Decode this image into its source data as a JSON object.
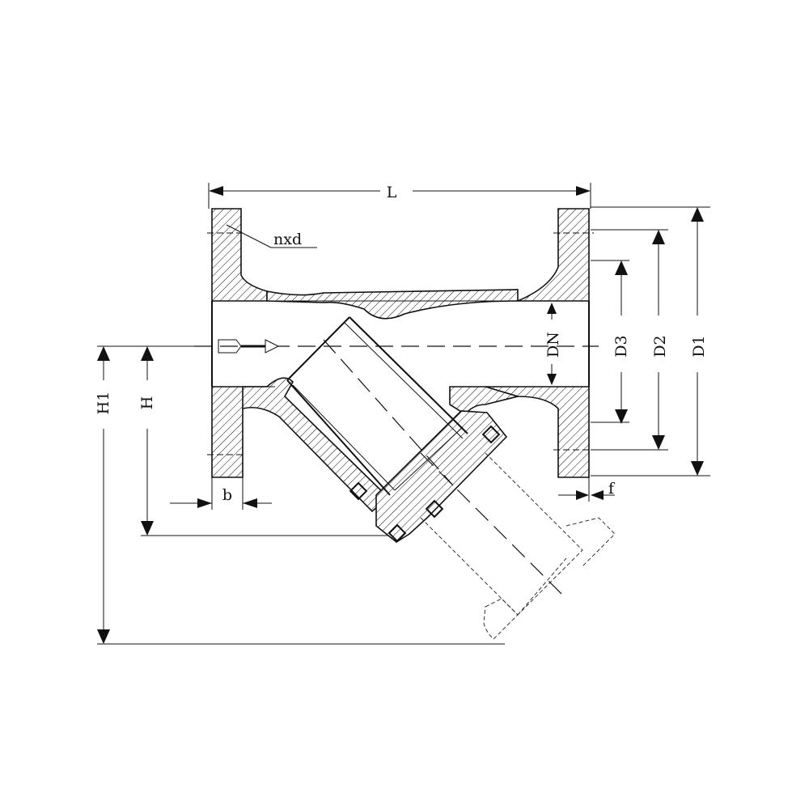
{
  "labels": {
    "L": "L",
    "nxd": "nxd",
    "DN": "DN",
    "D3": "D3",
    "D2": "D2",
    "D1": "D1",
    "H1": "H1",
    "H": "H",
    "b": "b",
    "f": "f"
  },
  "colors": {
    "line": "#111111",
    "background": "#ffffff"
  }
}
